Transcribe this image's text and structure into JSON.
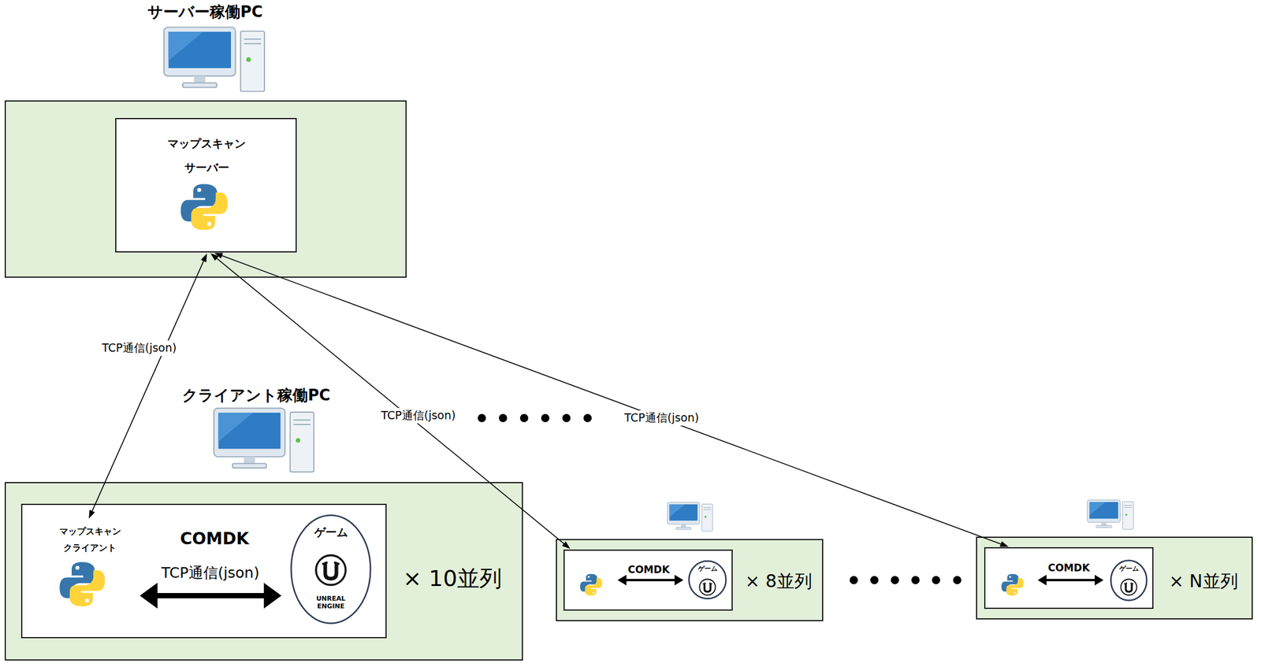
{
  "diagram": {
    "nodes": [
      {
        "text": [
          "サーバー稼働PC"
        ]
      },
      {
        "text": [
          "マップスキャン サーバー"
        ],
        "in": 0
      },
      {
        "text": [
          "クライアント稼働PC",
          "× 10並列"
        ]
      },
      {
        "text": [
          "COMDK"
        ],
        "in": 2
      },
      {
        "text": [
          "マップスキャン クライアント"
        ],
        "in": 3
      },
      {
        "text": [
          "ゲーム",
          "UNREAL ENGINE"
        ],
        "in": 3
      },
      {
        "text": [
          "× 8並列"
        ]
      },
      {
        "text": [
          "COMDK"
        ],
        "in": 6
      },
      {
        "text": [
          "ゲーム"
        ],
        "in": 7
      },
      {
        "text": [
          "× N並列"
        ]
      },
      {
        "text": [
          "COMDK"
        ],
        "in": 9
      },
      {
        "text": [
          "ゲーム"
        ],
        "in": 10
      }
    ],
    "edges": [
      {
        "from": 1,
        "to": 4,
        "label": "TCP通信(json)",
        "arrow": "both"
      },
      {
        "from": 1,
        "to": 7,
        "label": "TCP通信(json)",
        "arrow": "both"
      },
      {
        "from": 1,
        "to": 10,
        "label": "TCP通信(json)",
        "arrow": "both"
      },
      {
        "from": 4,
        "to": 5,
        "label": "TCP通信(json)",
        "arrow": "both"
      }
    ]
  }
}
